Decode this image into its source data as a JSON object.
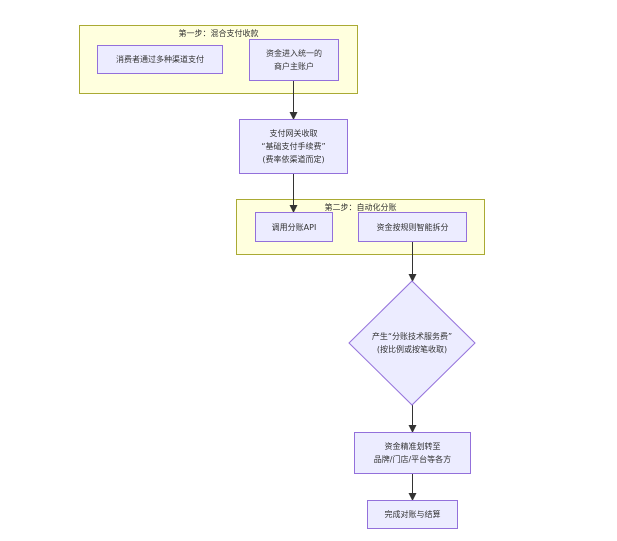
{
  "groups": {
    "step1": {
      "title": "第一步：混合支付收款"
    },
    "step2": {
      "title": "第二步：自动化分账"
    }
  },
  "nodes": {
    "consumer_pay": {
      "lines": [
        "消费者通过多种渠道支付"
      ]
    },
    "merchant_account": {
      "lines": [
        "资金进入统一的",
        "商户主账户"
      ]
    },
    "gateway_fee": {
      "lines": [
        "支付网关收取",
        "“基础支付手续费”",
        "(费率依渠道而定)"
      ]
    },
    "call_api": {
      "lines": [
        "调用分账API"
      ]
    },
    "rule_split": {
      "lines": [
        "资金按规则智能拆分"
      ]
    },
    "service_fee": {
      "lines": [
        "产生“分账技术服务费”",
        "(按比例或按笔收取)"
      ]
    },
    "transfer": {
      "lines": [
        "资金精准划转至",
        "品牌/门店/平台等各方"
      ]
    },
    "settle": {
      "lines": [
        "完成对账与结算"
      ]
    }
  },
  "colors": {
    "node_fill": "#ececff",
    "node_stroke": "#9370db",
    "group_fill": "#ffffde",
    "group_stroke": "#aaaa33",
    "edge": "#333333"
  }
}
